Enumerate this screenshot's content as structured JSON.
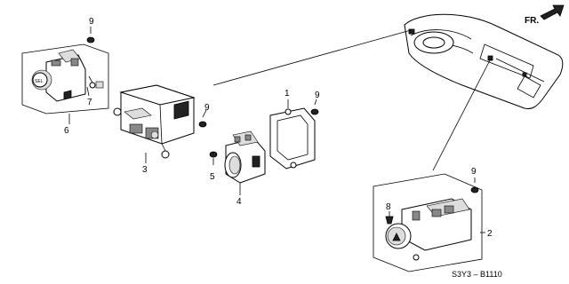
{
  "diagram": {
    "callouts": [
      "1",
      "2",
      "3",
      "4",
      "5",
      "6",
      "7",
      "8",
      "9"
    ],
    "direction_label": "FR.",
    "diagram_code": "S3Y3 – B1110",
    "switch_glyph": "SEL"
  }
}
